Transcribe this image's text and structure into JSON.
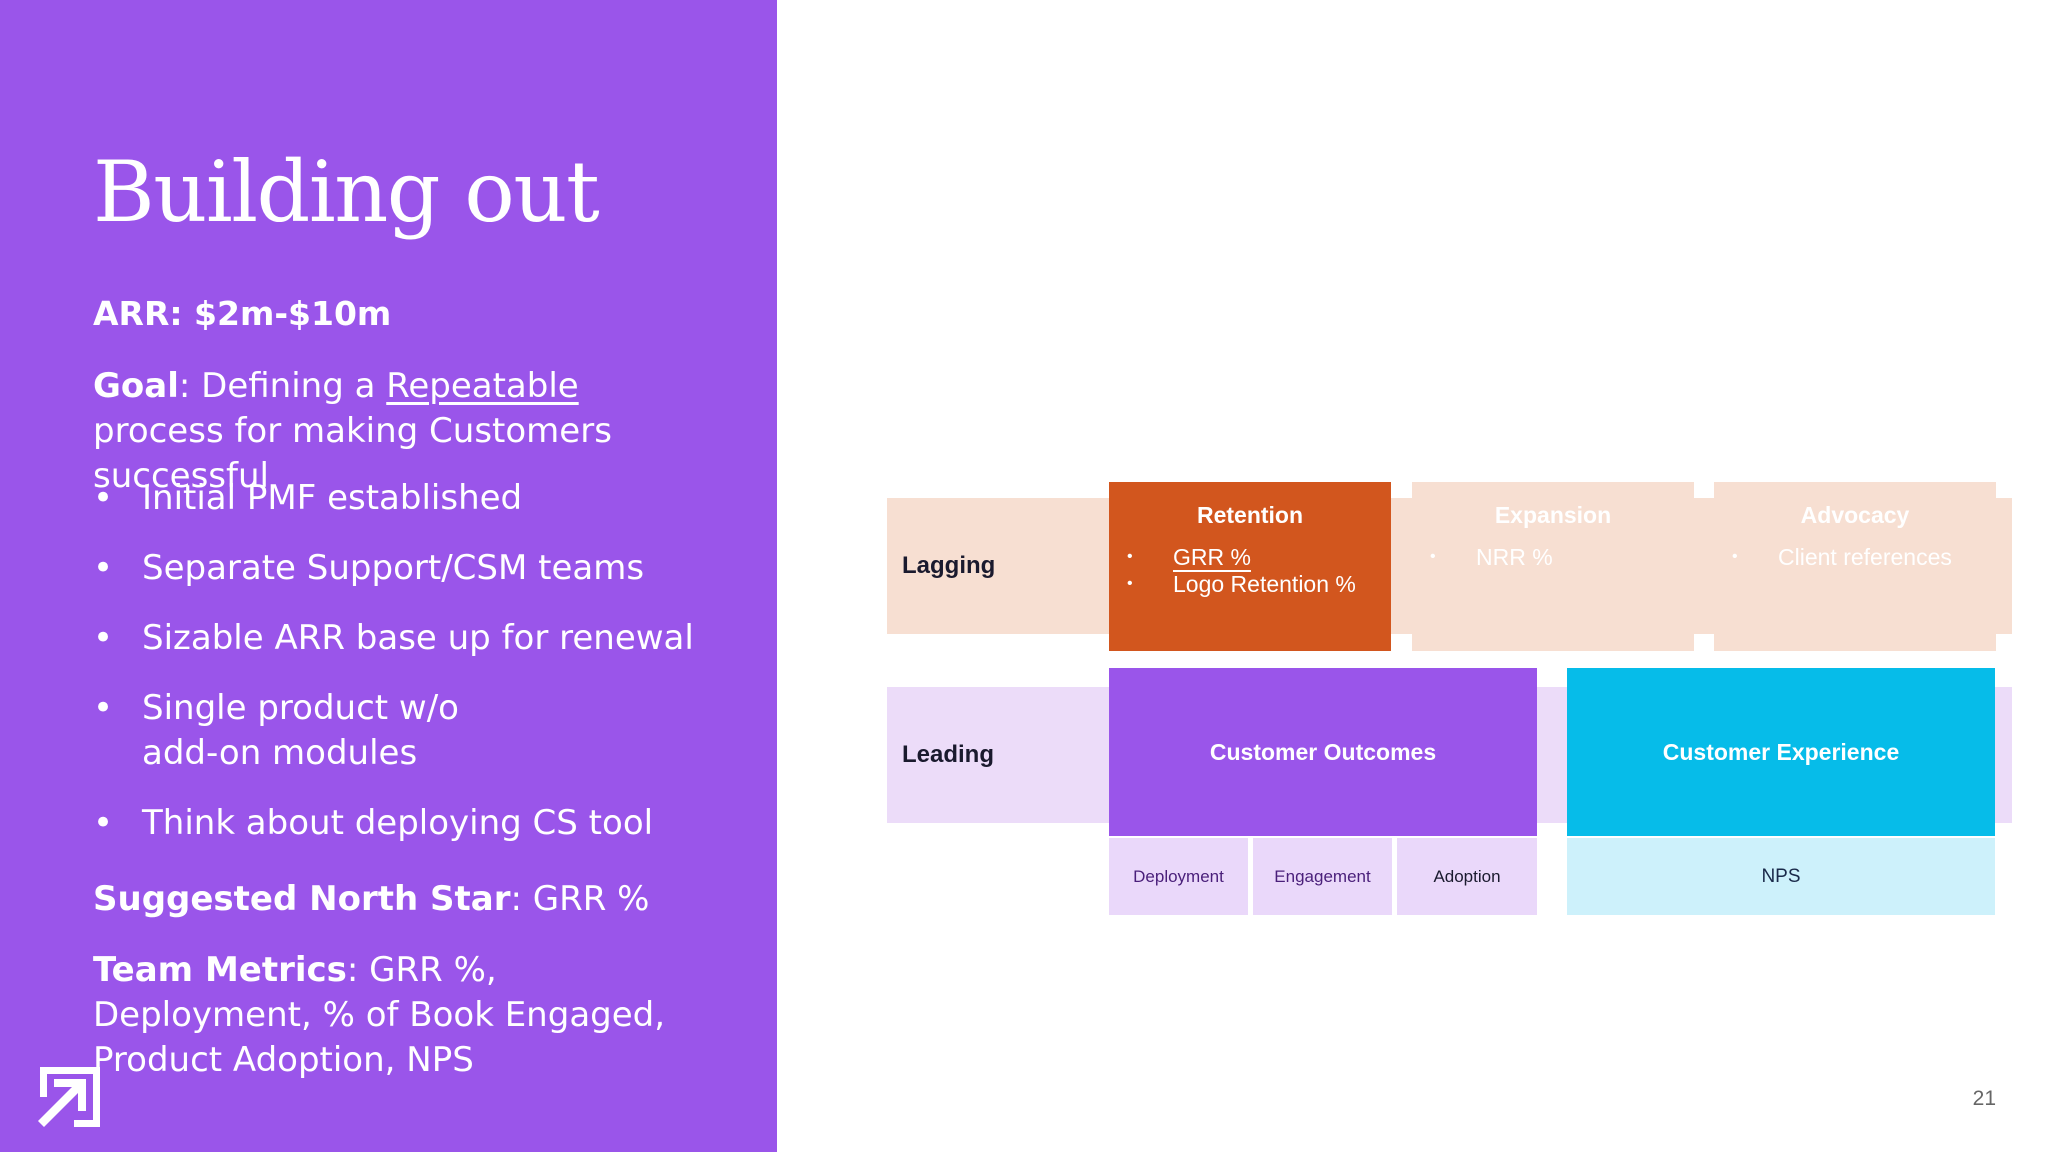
{
  "colors": {
    "panel_purple": "#9a55ea",
    "retention_orange": "#d2561e",
    "lagging_peach": "#f7dfd2",
    "leading_lavender": "#ecdcf9",
    "outcome_purple": "#9a55ea",
    "experience_cyan": "#06bce9",
    "nps_light_cyan": "#cdf1fb",
    "sub_cell_lavender": "#ead8fa"
  },
  "left": {
    "title": "Building out",
    "arr": "ARR: $2m-$10m",
    "goal": {
      "label": "Goal",
      "text_before": ": Defining a ",
      "underlined": "Repeatable",
      "text_after": " process for making Customers successful"
    },
    "bullets": [
      "Initial PMF established",
      "Separate Support/CSM teams",
      "Sizable ARR base up for renewal",
      "Single product w/o add-on modules",
      "Think about deploying CS tool"
    ],
    "north_star": {
      "label": "Suggested North Star",
      "text": ": GRR %"
    },
    "team_metrics": {
      "label": "Team Metrics",
      "text": ": GRR %, Deployment, % of Book Engaged, Product Adoption, NPS"
    },
    "logo_icon": "arrow-up-right-square-icon"
  },
  "diagram": {
    "rows": {
      "lagging": "Lagging",
      "leading": "Leading"
    },
    "retention": {
      "title": "Retention",
      "metrics": [
        "GRR %",
        "Logo Retention %"
      ]
    },
    "expansion": {
      "title": "Expansion",
      "metrics": [
        "NRR %"
      ]
    },
    "advocacy": {
      "title": "Advocacy",
      "metrics": [
        "Client references"
      ]
    },
    "customer_outcomes": {
      "title": "Customer Outcomes",
      "subs": [
        "Deployment",
        "Engagement",
        "Adoption"
      ]
    },
    "customer_experience": {
      "title": "Customer Experience",
      "subs": [
        "NPS"
      ]
    }
  },
  "page_number": "21"
}
